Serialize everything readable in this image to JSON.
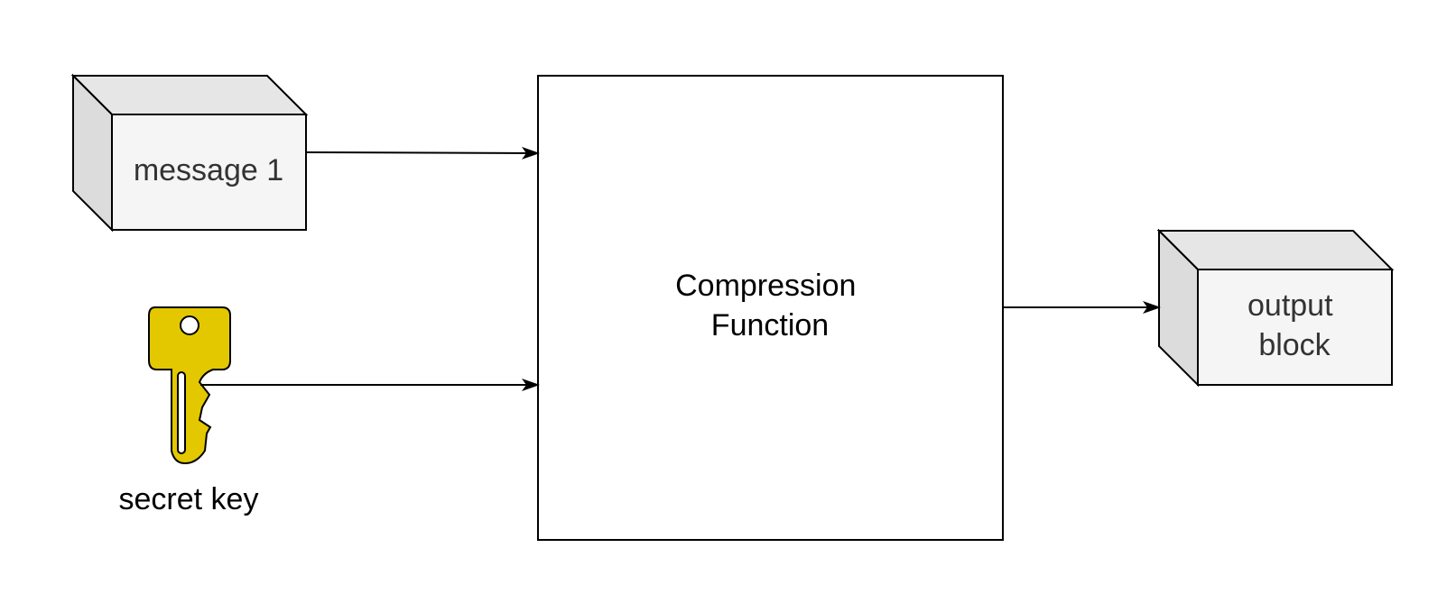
{
  "nodes": {
    "message": {
      "label": "message 1"
    },
    "compression": {
      "line1": "Compression",
      "line2": "Function"
    },
    "output": {
      "line1": "output",
      "line2": "block"
    },
    "key": {
      "label": "secret key"
    }
  },
  "colors": {
    "stroke": "#000000",
    "box_front": "#f5f5f5",
    "box_top": "#e6e6e6",
    "box_side": "#dcdcdc",
    "box_text": "#333333",
    "key_fill": "#e3c800",
    "key_stroke": "#000000",
    "compression_fill": "#ffffff"
  }
}
